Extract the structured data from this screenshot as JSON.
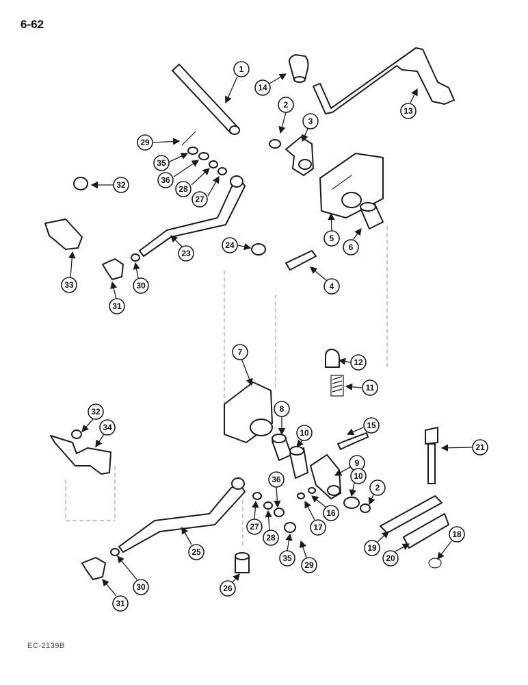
{
  "page_label": "6-62",
  "ref_label": "EC-2139B",
  "callouts": [
    "1",
    "2",
    "3",
    "4",
    "5",
    "6",
    "7",
    "8",
    "9",
    "10",
    "11",
    "12",
    "13",
    "14",
    "15",
    "16",
    "17",
    "18",
    "19",
    "20",
    "21",
    "23",
    "24",
    "25",
    "26",
    "27",
    "28",
    "29",
    "30",
    "31",
    "32",
    "33",
    "34",
    "35",
    "36"
  ]
}
